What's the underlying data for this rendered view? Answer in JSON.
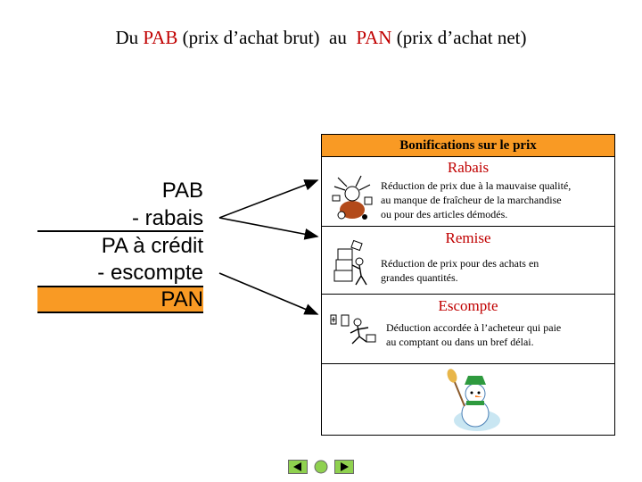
{
  "title": {
    "prefix": "Du ",
    "pab": "PAB",
    "middle": " (prix d’achat brut)  au  ",
    "pan": "PAN",
    "suffix": " (prix d’achat net)"
  },
  "left_stack": {
    "line1": "PAB",
    "line2": "- rabais",
    "line3": "PA à crédit",
    "line4": "- escompte",
    "line5": "PAN"
  },
  "panel": {
    "header": "Bonifications sur le prix",
    "rabais": {
      "title": "Rabais",
      "line1": "Réduction de prix due à la mauvaise qualité,",
      "line2": "au manque de fraîcheur de la marchandise",
      "line3": "ou pour des articles démodés."
    },
    "remise": {
      "title": "Remise",
      "line1": "Réduction de prix pour des achats en",
      "line2": "grandes quantités."
    },
    "escompte": {
      "title": "Escompte",
      "line1": "Déduction accordée à l’acheteur qui paie",
      "line2": "au comptant ou dans un bref délai."
    }
  },
  "colors": {
    "accent": "#f99a24",
    "title_red": "#c00000",
    "nav_green": "#8fd14f"
  },
  "icons": [
    "messy-character-icon",
    "boxes-carrier-icon",
    "running-man-icon",
    "snowman-icon",
    "prev-arrow-icon",
    "home-circle-icon",
    "next-arrow-icon"
  ]
}
